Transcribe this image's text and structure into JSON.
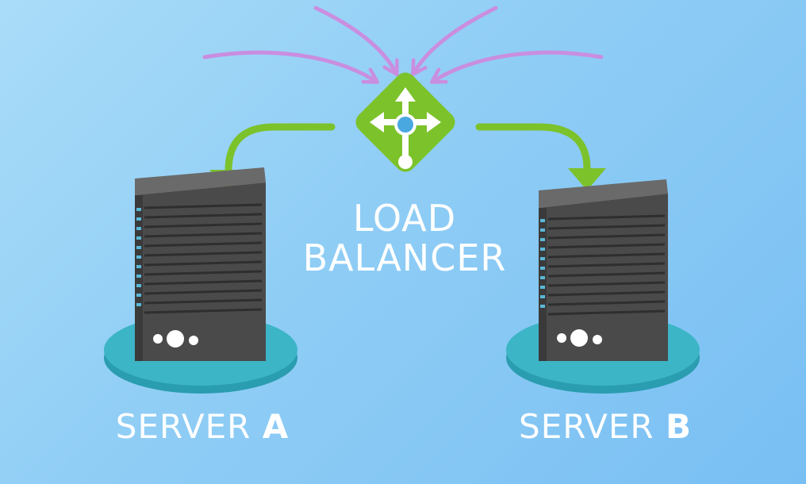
{
  "diagram": {
    "load_balancer": {
      "line1": "LOAD",
      "line2": "BALANCER",
      "icon": "load-balancer-icon"
    },
    "server_a": {
      "prefix": "SERVER",
      "letter": "A",
      "icon": "server-icon"
    },
    "server_b": {
      "prefix": "SERVER",
      "letter": "B",
      "icon": "server-icon"
    },
    "colors": {
      "background": "#8fcdf5",
      "incoming_arrows": "#c98ee0",
      "outgoing_arrows": "#7cc22b",
      "balancer_diamond": "#7cc22b",
      "balancer_hub": "#4aa8e0",
      "server_body": "#4a4a4a",
      "server_base": "#3cb5c6",
      "label_text": "#ffffff"
    }
  }
}
